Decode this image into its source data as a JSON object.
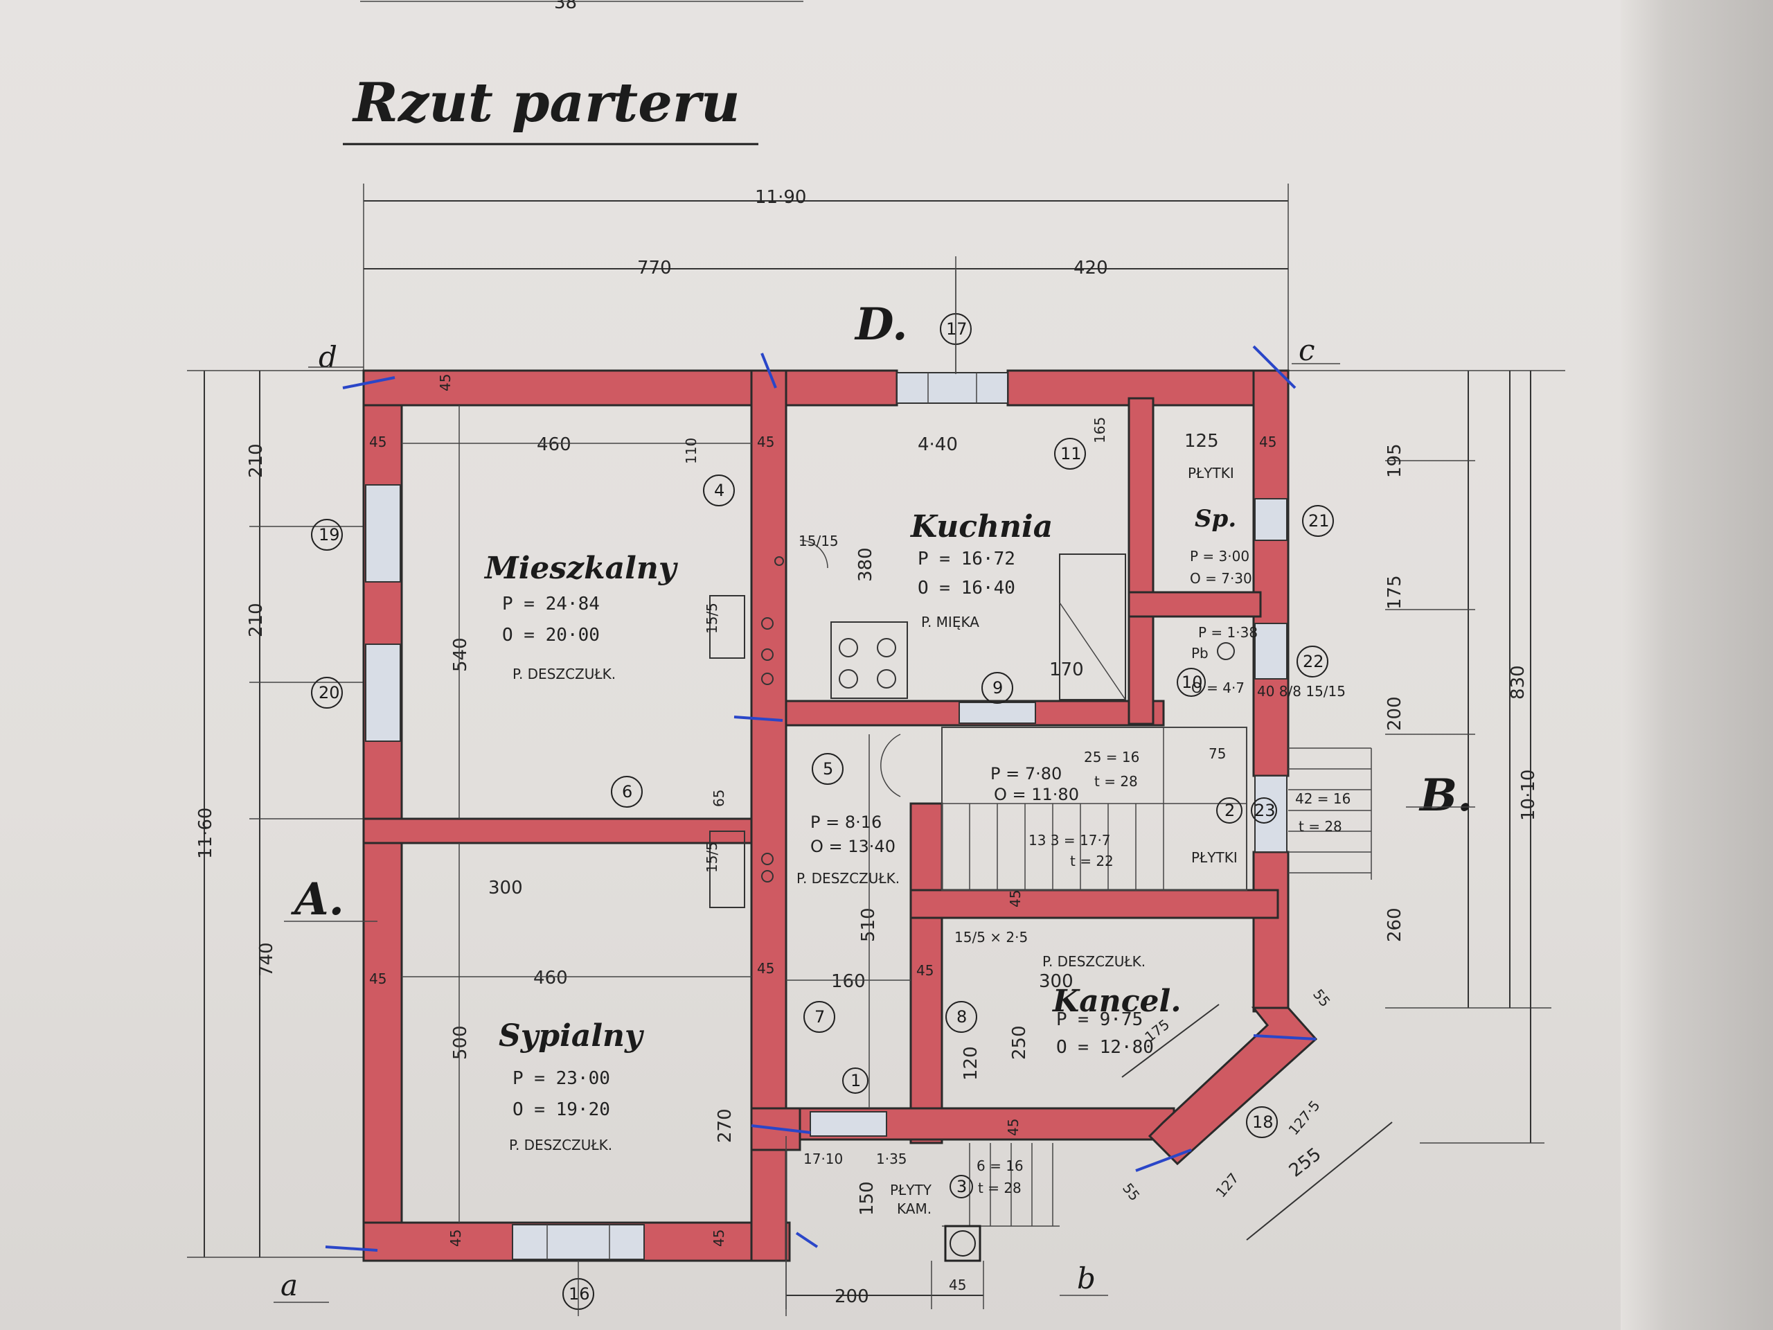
{
  "title": "Rzut parteru",
  "top_partial_dim": "38",
  "overall": {
    "width": "11·90",
    "left_part": "770",
    "right_part": "420",
    "height_left": "11·60",
    "height_right": "10·10",
    "seg_830": "830",
    "seg_740": "740",
    "seg_210a": "210",
    "seg_210b": "210",
    "seg_195": "195",
    "seg_175": "175",
    "seg_200": "200",
    "seg_260": "260",
    "bottom_200": "200",
    "bottom_45": "45",
    "diag_255": "255",
    "diag_127_5": "127·5",
    "diag_127": "127",
    "diag_175": "175",
    "diag_55a": "55",
    "diag_55b": "55"
  },
  "corners": {
    "d": "d",
    "c": "c",
    "a": "a",
    "b": "b"
  },
  "axes": {
    "A": "A.",
    "B": "B.",
    "D": "D."
  },
  "rooms": {
    "mieszkalny": {
      "name": "Mieszkalny",
      "p": "P = 24·84",
      "o": "O = 20·00",
      "floor": "P. DESZCZUŁK.",
      "w": "460",
      "h": "540"
    },
    "sypialny": {
      "name": "Sypialny",
      "p": "P = 23·00",
      "o": "O = 19·20",
      "floor": "P. DESZCZUŁK.",
      "w": "460",
      "w2": "300",
      "h": "500",
      "h2": "270"
    },
    "kuchnia": {
      "name": "Kuchnia",
      "p": "P = 16·72",
      "o": "O = 16·40",
      "floor": "P. MIĘKA",
      "w": "4·40",
      "h": "380",
      "stove": "170"
    },
    "sp": {
      "name": "Sp.",
      "floor": "PŁYTKI",
      "p": "P = 3·00",
      "o": "O = 7·30",
      "w": "125"
    },
    "pb": {
      "name": "Pb",
      "p": "P = 1·38",
      "o": "O = 4·7"
    },
    "hall": {
      "p": "P = 8·16",
      "o": "O = 13·40",
      "floor": "P. DESZCZUŁK.",
      "w": "160",
      "h": "510"
    },
    "stairs": {
      "p": "P = 7·80",
      "o": "O = 11·80",
      "s1": "25 = 16",
      "s2": "t = 28",
      "s3": "13 3 = 17·7",
      "s4": "t = 22"
    },
    "kancel": {
      "name": "Kancel.",
      "p": "P = 9·75",
      "o": "O = 12·80",
      "floor": "P. DESZCZUŁK.",
      "w": "300",
      "h": "250",
      "h2": "120"
    },
    "entrance": {
      "label1": "PŁYTY",
      "label2": "KAM.",
      "h": "150",
      "s1": "6 = 16",
      "s2": "t = 28",
      "s3": "17·10",
      "s4": "1·35"
    },
    "platform": {
      "label": "PŁYTKI",
      "s1": "42 = 16",
      "s2": "t = 28"
    }
  },
  "wall_dims": {
    "w45": "45",
    "w110": "110",
    "w165": "165",
    "w65": "65",
    "w15": "15/15",
    "w75": "75",
    "chimney": "15/5 × 2·5",
    "stair_val": "15/5",
    "misc": "40 8/8  15/15"
  },
  "markers": [
    "19",
    "20",
    "4",
    "6",
    "5",
    "7",
    "1",
    "8",
    "9",
    "10",
    "11",
    "17",
    "21",
    "22",
    "2",
    "23",
    "3",
    "16",
    "18"
  ]
}
